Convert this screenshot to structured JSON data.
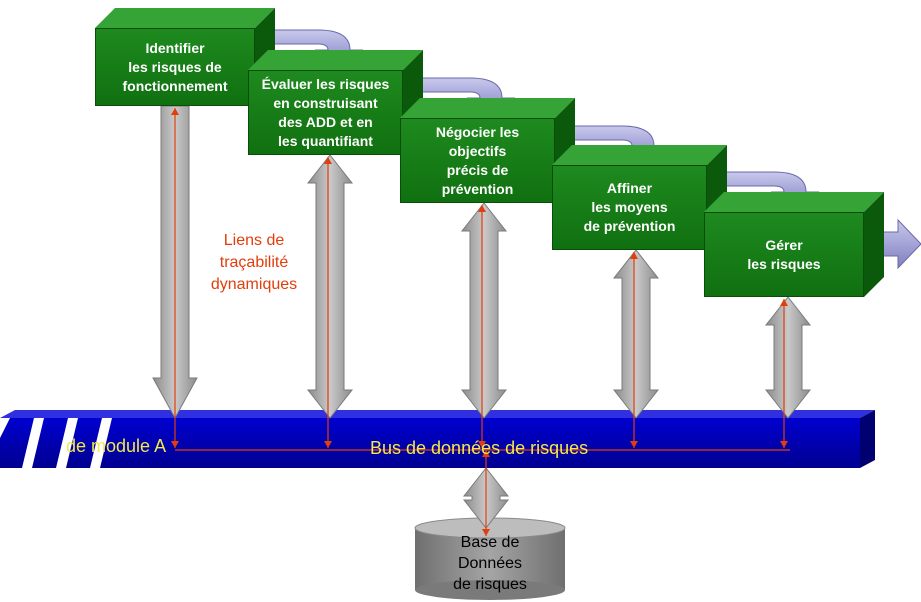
{
  "steps": [
    {
      "label": "Identifier\nles risques de\nfonctionnement"
    },
    {
      "label": "Évaluer les risques\nen construisant\ndes ADD et en\nles quantifiant"
    },
    {
      "label": "Négocier les\nobjectifs\nprécis de\nprévention"
    },
    {
      "label": "Affiner\nles moyens\nde prévention"
    },
    {
      "label": "Gérer\nles risques"
    }
  ],
  "trace_label": "Liens de\ntraçabilité\ndynamiques",
  "bus": {
    "left_label": "de module A",
    "center_label": "Bus de données de risques"
  },
  "database": {
    "label": "Base de\nDonnées\nde risques"
  },
  "colors": {
    "box_green": "#1a7f1a",
    "bus_blue": "#0000b4",
    "arrow_gray": "#a8a8a8",
    "trace_red": "#e23d0a",
    "bus_text": "#f5e84a"
  }
}
